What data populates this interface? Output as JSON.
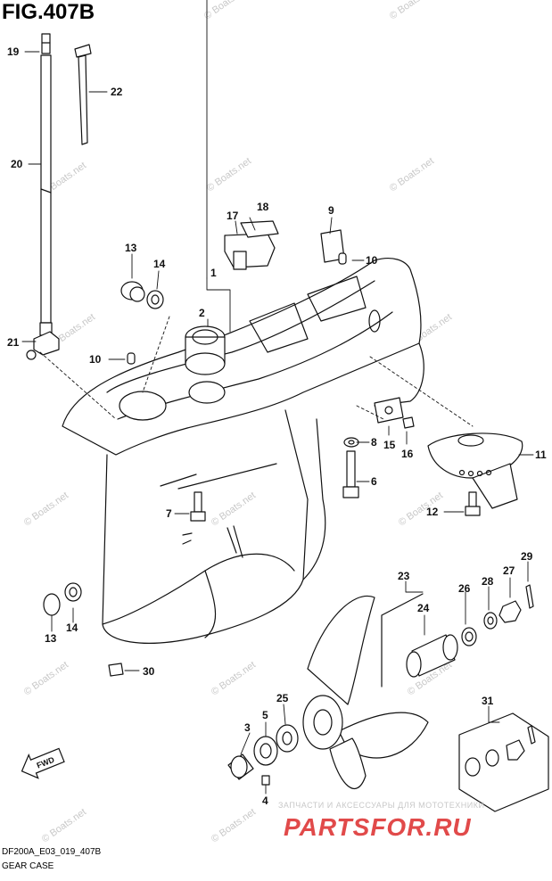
{
  "header": {
    "title": "FIG.407B"
  },
  "footer": {
    "code": "DF200A_E03_019_407B",
    "caption": "GEAR CASE"
  },
  "watermark": {
    "text": "© Boats.net",
    "promo": "ЗАПЧАСТИ И АКСЕССУАРЫ ДЛЯ МОТОТЕХНИКИ",
    "logo": "PARTSFOR.RU"
  },
  "badge": {
    "fwd": "FWD"
  },
  "callouts": [
    {
      "id": "c19",
      "text": "19"
    },
    {
      "id": "c22",
      "text": "22"
    },
    {
      "id": "c20",
      "text": "20"
    },
    {
      "id": "c18",
      "text": "18"
    },
    {
      "id": "c17",
      "text": "17"
    },
    {
      "id": "c9",
      "text": "9"
    },
    {
      "id": "c13a",
      "text": "13"
    },
    {
      "id": "c14a",
      "text": "14"
    },
    {
      "id": "c1",
      "text": "1"
    },
    {
      "id": "c10a",
      "text": "10"
    },
    {
      "id": "c2",
      "text": "2"
    },
    {
      "id": "c21",
      "text": "21"
    },
    {
      "id": "c10b",
      "text": "10"
    },
    {
      "id": "c8",
      "text": "8"
    },
    {
      "id": "c15",
      "text": "15"
    },
    {
      "id": "c16",
      "text": "16"
    },
    {
      "id": "c11",
      "text": "11"
    },
    {
      "id": "c6",
      "text": "6"
    },
    {
      "id": "c7",
      "text": "7"
    },
    {
      "id": "c12",
      "text": "12"
    },
    {
      "id": "c29",
      "text": "29"
    },
    {
      "id": "c27",
      "text": "27"
    },
    {
      "id": "c23",
      "text": "23"
    },
    {
      "id": "c28",
      "text": "28"
    },
    {
      "id": "c26",
      "text": "26"
    },
    {
      "id": "c24",
      "text": "24"
    },
    {
      "id": "c14b",
      "text": "14"
    },
    {
      "id": "c13b",
      "text": "13"
    },
    {
      "id": "c30",
      "text": "30"
    },
    {
      "id": "c25",
      "text": "25"
    },
    {
      "id": "c31",
      "text": "31"
    },
    {
      "id": "c5",
      "text": "5"
    },
    {
      "id": "c3",
      "text": "3"
    },
    {
      "id": "c4",
      "text": "4"
    }
  ]
}
